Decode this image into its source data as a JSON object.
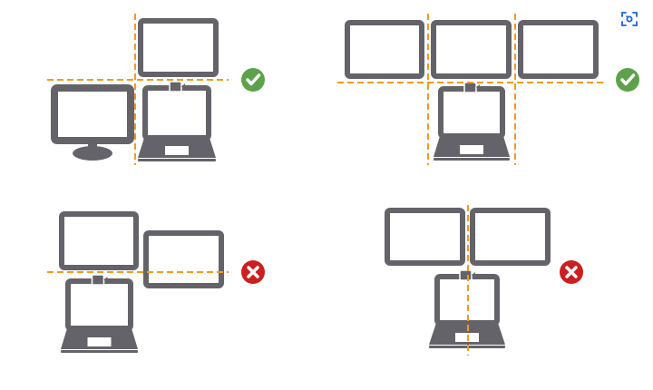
{
  "colors": {
    "device": "#636369",
    "guide": "#f39a1e",
    "valid": "#5da24a",
    "invalid": "#cc1f1f",
    "toolbar_icon": "#1a63d6"
  },
  "icons": {
    "valid": "check-circle-icon",
    "invalid": "x-circle-icon",
    "toolbar": "focus-camera-icon"
  },
  "arrangements": [
    {
      "status": "valid"
    },
    {
      "status": "valid"
    },
    {
      "status": "invalid"
    },
    {
      "status": "invalid"
    }
  ]
}
